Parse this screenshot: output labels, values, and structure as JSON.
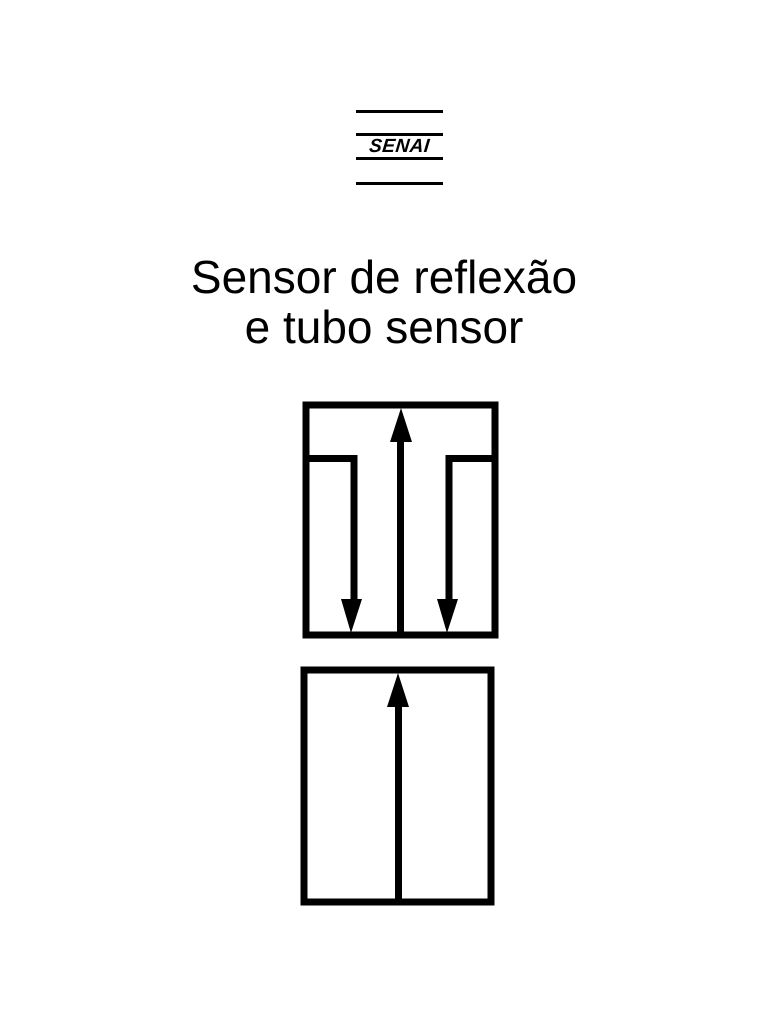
{
  "logo": {
    "text": "SENAI"
  },
  "title": {
    "line1": "Sensor de reflexão",
    "line2": "e tubo sensor"
  },
  "symbols": [
    {
      "name": "reflection-sensor-symbol",
      "description": "Rectangular symbol with central upward arrow and two side downward arrows",
      "arrows": [
        "down",
        "up",
        "down"
      ]
    },
    {
      "name": "tube-sensor-symbol",
      "description": "Rectangular symbol with single central upward arrow",
      "arrows": [
        "up"
      ]
    }
  ],
  "colors": {
    "ink": "#000000",
    "paper": "#ffffff"
  }
}
